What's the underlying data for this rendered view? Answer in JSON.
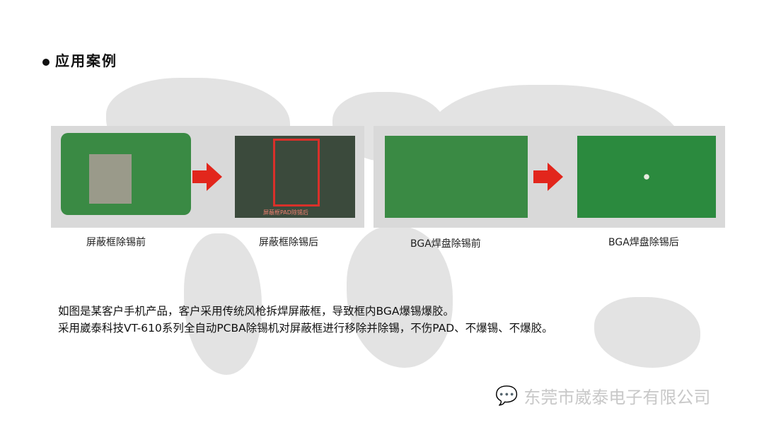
{
  "title": "应用案例",
  "captions": [
    "屏蔽框除锡前",
    "屏蔽框除锡后",
    "BGA焊盘除锡前",
    "BGA焊盘除锡后"
  ],
  "image_label": "屏蔽框PAD除锡后",
  "description": [
    "如图是某客户手机产品，客户采用传统风枪拆焊屏蔽框，导致框内BGA爆锡爆胶。",
    "采用崴泰科技VT-610系列全自动PCBA除锡机对屏蔽框进行移除并除锡，不伤PAD、不爆锡、不爆胶。"
  ],
  "footer": "东莞市崴泰电子有限公司",
  "colors": {
    "arrow": "#e2261c",
    "pcb": "#2f7a3a"
  }
}
